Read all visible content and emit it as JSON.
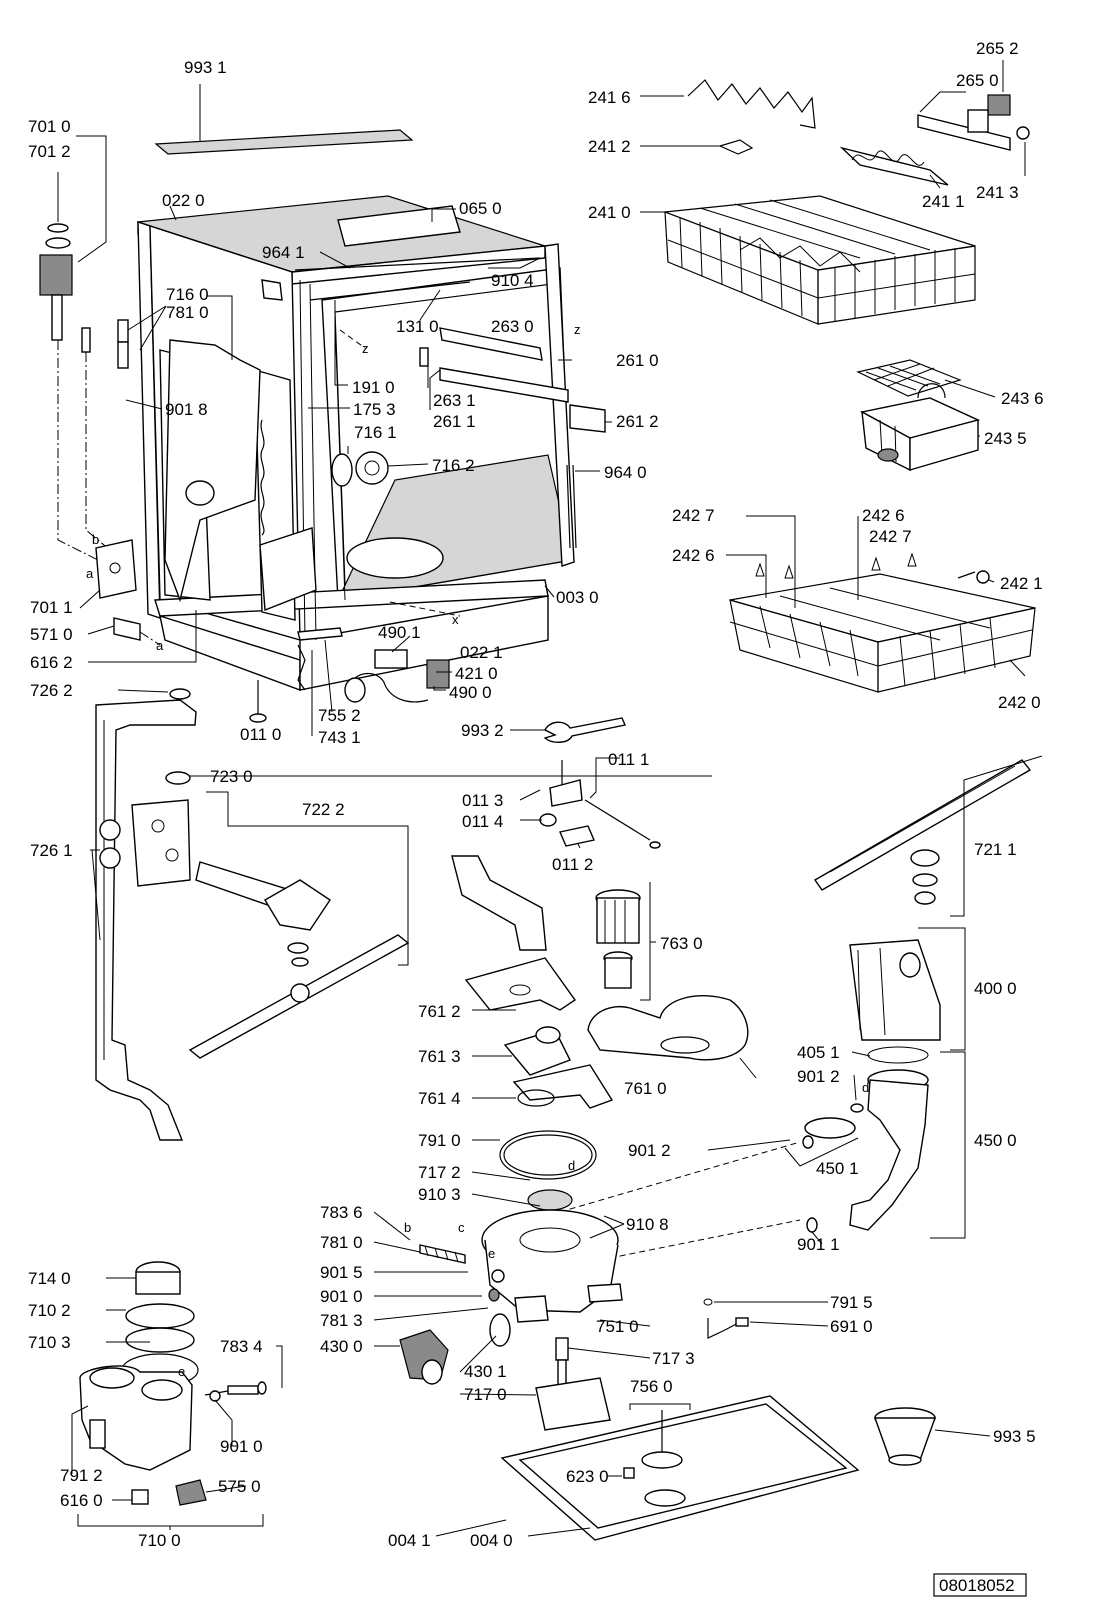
{
  "document_code": "08018052",
  "labels": [
    {
      "id": "l9931",
      "text": "993 1"
    },
    {
      "id": "l7010",
      "text": "701 0"
    },
    {
      "id": "l7012",
      "text": "701 2"
    },
    {
      "id": "l0220",
      "text": "022 0"
    },
    {
      "id": "l0650",
      "text": "065 0"
    },
    {
      "id": "l9641",
      "text": "964 1"
    },
    {
      "id": "l7160",
      "text": "716 0"
    },
    {
      "id": "l7810",
      "text": "781 0"
    },
    {
      "id": "l9104",
      "text": "910 4"
    },
    {
      "id": "l1310",
      "text": "131 0"
    },
    {
      "id": "l2630",
      "text": "263 0"
    },
    {
      "id": "l2610",
      "text": "261 0"
    },
    {
      "id": "l9018",
      "text": "901 8"
    },
    {
      "id": "l1910",
      "text": "191 0"
    },
    {
      "id": "l1753",
      "text": "175 3"
    },
    {
      "id": "l2631",
      "text": "263 1"
    },
    {
      "id": "l2611",
      "text": "261 1"
    },
    {
      "id": "l2612",
      "text": "261 2"
    },
    {
      "id": "l7161",
      "text": "716 1"
    },
    {
      "id": "l7162",
      "text": "716 2"
    },
    {
      "id": "l9640",
      "text": "964 0"
    },
    {
      "id": "l7011",
      "text": "701 1"
    },
    {
      "id": "l5710",
      "text": "571 0"
    },
    {
      "id": "l6162",
      "text": "616 2"
    },
    {
      "id": "l0030",
      "text": "003 0"
    },
    {
      "id": "l4901",
      "text": "490 1"
    },
    {
      "id": "l0221",
      "text": "022 1"
    },
    {
      "id": "l4210",
      "text": "421 0"
    },
    {
      "id": "l4900",
      "text": "490 0"
    },
    {
      "id": "l7262",
      "text": "726 2"
    },
    {
      "id": "l0110",
      "text": "011 0"
    },
    {
      "id": "l7552",
      "text": "755 2"
    },
    {
      "id": "l7431",
      "text": "743 1"
    },
    {
      "id": "l9932",
      "text": "993 2"
    },
    {
      "id": "l2416",
      "text": "241 6"
    },
    {
      "id": "l2652",
      "text": "265 2"
    },
    {
      "id": "l2650",
      "text": "265 0"
    },
    {
      "id": "l2412",
      "text": "241 2"
    },
    {
      "id": "l2410",
      "text": "241 0"
    },
    {
      "id": "l2411",
      "text": "241 1"
    },
    {
      "id": "l2413",
      "text": "241 3"
    },
    {
      "id": "l2436",
      "text": "243 6"
    },
    {
      "id": "l2435",
      "text": "243 5"
    },
    {
      "id": "l2427a",
      "text": "242 7"
    },
    {
      "id": "l2426a",
      "text": "242 6"
    },
    {
      "id": "l2426b",
      "text": "242 6"
    },
    {
      "id": "l2427b",
      "text": "242 7"
    },
    {
      "id": "l2421",
      "text": "242 1"
    },
    {
      "id": "l2420",
      "text": "242 0"
    },
    {
      "id": "l7230",
      "text": "723 0"
    },
    {
      "id": "l7222",
      "text": "722 2"
    },
    {
      "id": "l7261",
      "text": "726 1"
    },
    {
      "id": "l0111",
      "text": "011 1"
    },
    {
      "id": "l0113",
      "text": "011 3"
    },
    {
      "id": "l0114",
      "text": "011 4"
    },
    {
      "id": "l0112",
      "text": "011 2"
    },
    {
      "id": "l7211",
      "text": "721 1"
    },
    {
      "id": "l7630",
      "text": "763 0"
    },
    {
      "id": "l4000",
      "text": "400 0"
    },
    {
      "id": "l7612",
      "text": "761 2"
    },
    {
      "id": "l7613",
      "text": "761 3"
    },
    {
      "id": "l4051",
      "text": "405 1"
    },
    {
      "id": "l9012a",
      "text": "901 2"
    },
    {
      "id": "l7614",
      "text": "761 4"
    },
    {
      "id": "l7610",
      "text": "761 0"
    },
    {
      "id": "l7910",
      "text": "791 0"
    },
    {
      "id": "l9012b",
      "text": "901 2"
    },
    {
      "id": "l4500",
      "text": "450 0"
    },
    {
      "id": "l4501",
      "text": "450 1"
    },
    {
      "id": "l7172",
      "text": "717 2"
    },
    {
      "id": "l9103",
      "text": "910 3"
    },
    {
      "id": "l9108",
      "text": "910 8"
    },
    {
      "id": "l7836",
      "text": "783 6"
    },
    {
      "id": "l7810b",
      "text": "781 0"
    },
    {
      "id": "l9011",
      "text": "901 1"
    },
    {
      "id": "l7140",
      "text": "714 0"
    },
    {
      "id": "l9015",
      "text": "901 5"
    },
    {
      "id": "l9010",
      "text": "901 0"
    },
    {
      "id": "l7102",
      "text": "710 2"
    },
    {
      "id": "l7813",
      "text": "781 3"
    },
    {
      "id": "l7510",
      "text": "751 0"
    },
    {
      "id": "l7915",
      "text": "791 5"
    },
    {
      "id": "l7103",
      "text": "710 3"
    },
    {
      "id": "l7834",
      "text": "783 4"
    },
    {
      "id": "l4300",
      "text": "430 0"
    },
    {
      "id": "l7173",
      "text": "717 3"
    },
    {
      "id": "l6910",
      "text": "691 0"
    },
    {
      "id": "l4301",
      "text": "430 1"
    },
    {
      "id": "l7560",
      "text": "756 0"
    },
    {
      "id": "l7170",
      "text": "717 0"
    },
    {
      "id": "l9010b",
      "text": "901 0"
    },
    {
      "id": "l9935",
      "text": "993 5"
    },
    {
      "id": "l6230",
      "text": "623 0"
    },
    {
      "id": "l7912",
      "text": "791 2"
    },
    {
      "id": "l5750",
      "text": "575 0"
    },
    {
      "id": "l6160",
      "text": "616 0"
    },
    {
      "id": "l0041",
      "text": "004 1"
    },
    {
      "id": "l0040",
      "text": "004 0"
    },
    {
      "id": "l7100",
      "text": "710 0"
    }
  ],
  "letters": {
    "b1": "b",
    "a1": "a",
    "a2": "a",
    "z1": "z",
    "z2": "z",
    "x1": "x",
    "c1": "c",
    "b2": "b",
    "e1": "e",
    "e2": "e",
    "d1": "d",
    "d2": "d"
  }
}
